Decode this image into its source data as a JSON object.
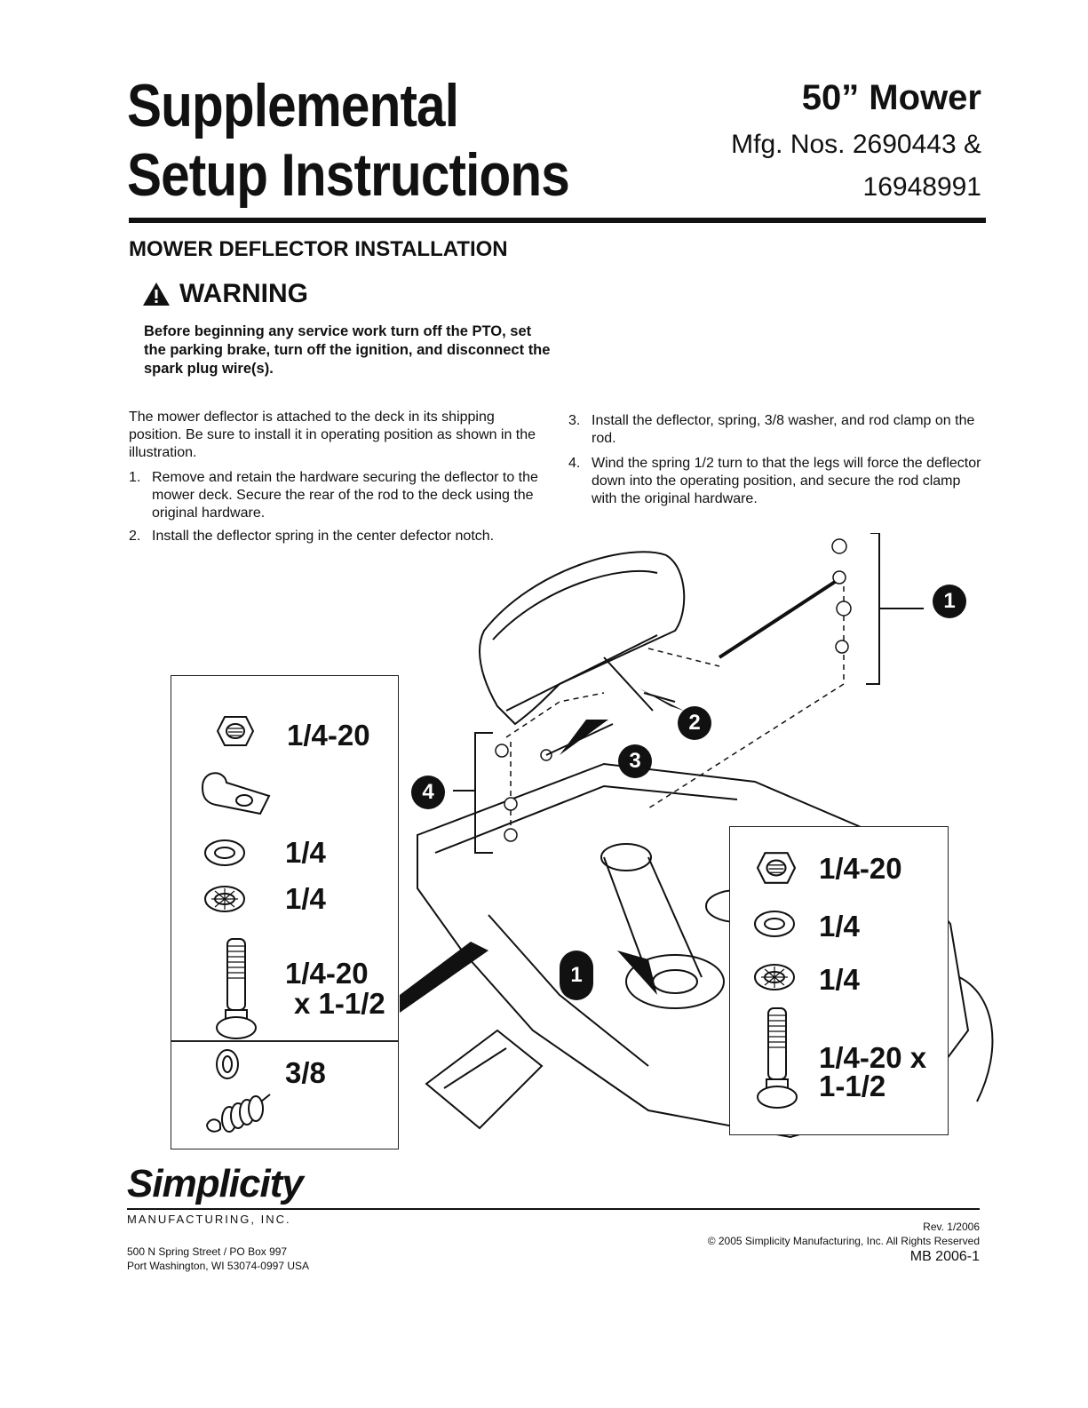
{
  "header": {
    "title_line1": "Supplemental",
    "title_line2": "Setup Instructions",
    "product": "50” Mower",
    "mfg_line1": "Mfg. Nos. 2690443 &",
    "mfg_line2": "16948991"
  },
  "section": {
    "heading": "MOWER DEFLECTOR INSTALLATION"
  },
  "warning": {
    "title": "WARNING",
    "text": "Before beginning any service work turn off the PTO, set the parking brake, turn off the ignition, and disconnect the spark plug wire(s)."
  },
  "intro": "The mower deflector is attached to the deck in its shipping position. Be sure to install it in operating position as shown in the illustration.",
  "steps_left": [
    {
      "num": "1.",
      "text": "Remove and retain the hardware securing the deflector to the mower deck. Secure the rear of the rod to the deck using the original hardware."
    },
    {
      "num": "2.",
      "text": "Install the deflector spring in the center defector notch."
    }
  ],
  "steps_right": [
    {
      "num": "3.",
      "text": "Install the deflector, spring, 3/8 washer, and rod clamp on the rod."
    },
    {
      "num": "4.",
      "text": "Wind the spring 1/2 turn to that the legs will force the deflector down into the operating position, and secure the rod clamp with the original hardware."
    }
  ],
  "callouts": [
    "1",
    "2",
    "3",
    "4"
  ],
  "hardware_left": {
    "nut": "1/4-20",
    "flat_washer": "1/4",
    "lock_washer": "1/4",
    "bolt_line1": "1/4-20",
    "bolt_line2": "x 1-1/2",
    "spring_washer": "3/8"
  },
  "hardware_right": {
    "nut": "1/4-20",
    "flat_washer": "1/4",
    "lock_washer": "1/4",
    "bolt_line1": "1/4-20 x",
    "bolt_line2": "1-1/2"
  },
  "footer": {
    "logo": "Simplicity",
    "company": "MANUFACTURING, INC.",
    "address_line1": "500 N Spring Street / PO Box 997",
    "address_line2": "Port Washington, WI 53074-0997  USA",
    "rev": "Rev. 1/2006",
    "copyright": "© 2005 Simplicity Manufacturing, Inc. All Rights Reserved",
    "doc_number": "MB 2006-1"
  }
}
